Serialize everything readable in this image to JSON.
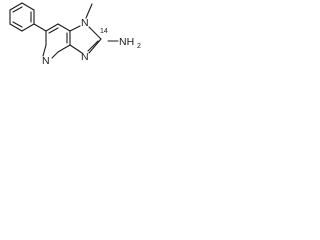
{
  "molecule": {
    "atoms": {
      "n_methyl": "N",
      "methyl": "CH3",
      "isotope_carbon": "14",
      "amine": "NH2",
      "n_imidazole": "N",
      "n_pyridine": "N"
    },
    "labels": {
      "n_methyl": "N",
      "isotope_carbon": "14",
      "isotope_carbon_element": "C",
      "amine": "NH",
      "amine_subscript": "2",
      "n_imidazole": "N",
      "n_pyridine": "N"
    }
  }
}
